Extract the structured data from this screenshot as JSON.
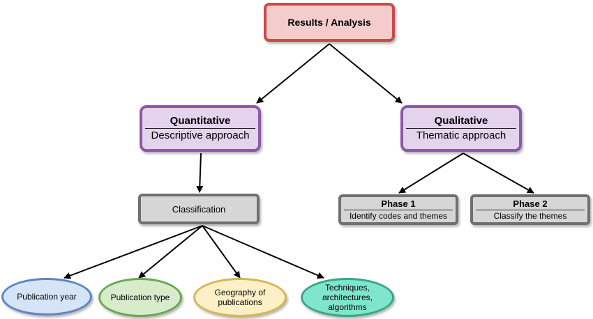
{
  "diagram": {
    "root": {
      "label": "Results / Analysis"
    },
    "quantitative": {
      "title": "Quantitative",
      "subtitle": "Descriptive approach"
    },
    "qualitative": {
      "title": "Qualitative",
      "subtitle": "Thematic approach"
    },
    "classification": {
      "label": "Classification"
    },
    "phase1": {
      "title": "Phase 1",
      "subtitle": "Identify codes and themes"
    },
    "phase2": {
      "title": "Phase 2",
      "subtitle": "Classify the themes"
    },
    "leaves": [
      {
        "label": "Publication year"
      },
      {
        "label": "Publication type"
      },
      {
        "label": "Geography of publications"
      },
      {
        "label": "Techniques, architectures, algorithms"
      }
    ],
    "colors": {
      "root_fill": "#f4cccc",
      "root_border": "#c94a4a",
      "approach_fill": "#e3d3ec",
      "approach_border": "#8b5aa6",
      "step_fill": "#d6d6d6",
      "step_border": "#707070",
      "leaf_blue": "#d6e4f7",
      "leaf_green": "#d8eccc",
      "leaf_yellow": "#fdf0c6",
      "leaf_teal": "#7fe5cc",
      "arrow": "#000000"
    }
  }
}
